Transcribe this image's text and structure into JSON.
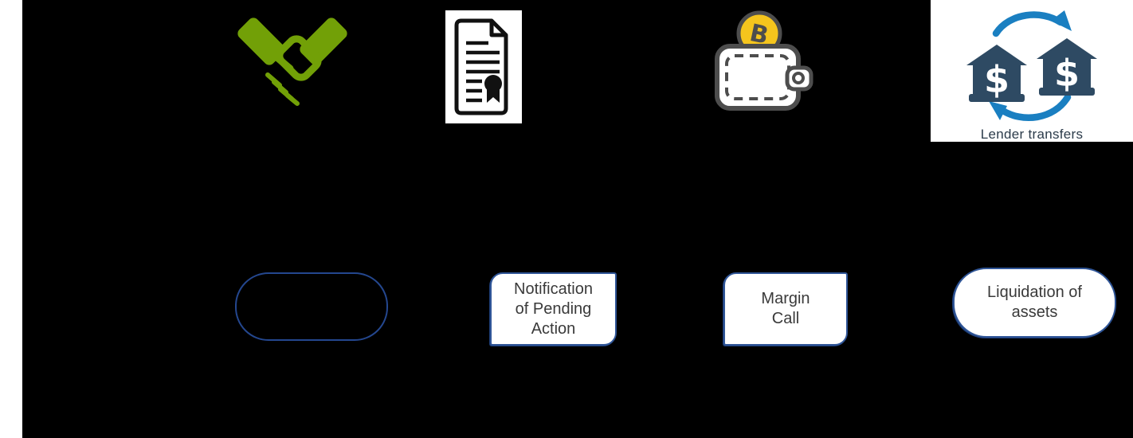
{
  "icons": {
    "handshake": {
      "name": "handshake-icon",
      "color": "#72a007"
    },
    "certificate": {
      "name": "certificate-document-icon",
      "ink": "#111111",
      "panel": "#ffffff"
    },
    "wallet": {
      "name": "bitcoin-wallet-icon",
      "outline": "#4d4d4d",
      "coin": "#f5c51d",
      "symbol": "B"
    },
    "lender": {
      "name": "lender-transfer-icon",
      "building": "#2e4a63",
      "arrow": "#1a7fc1",
      "dollar_symbol": "$",
      "label": "Lender transfers",
      "panel": "#ffffff"
    }
  },
  "nodes": [
    {
      "label": ""
    },
    {
      "label": "Notification\nof Pending\nAction"
    },
    {
      "label": "Margin\nCall"
    },
    {
      "label": "Liquidation of\nassets"
    }
  ],
  "colors": {
    "background": "#000000",
    "margin_strip": "#ffffff",
    "node_border": "#2f5597",
    "pill_outline_border": "#24478f",
    "node_fill": "#ffffff",
    "node_text": "#3a3a3a"
  }
}
